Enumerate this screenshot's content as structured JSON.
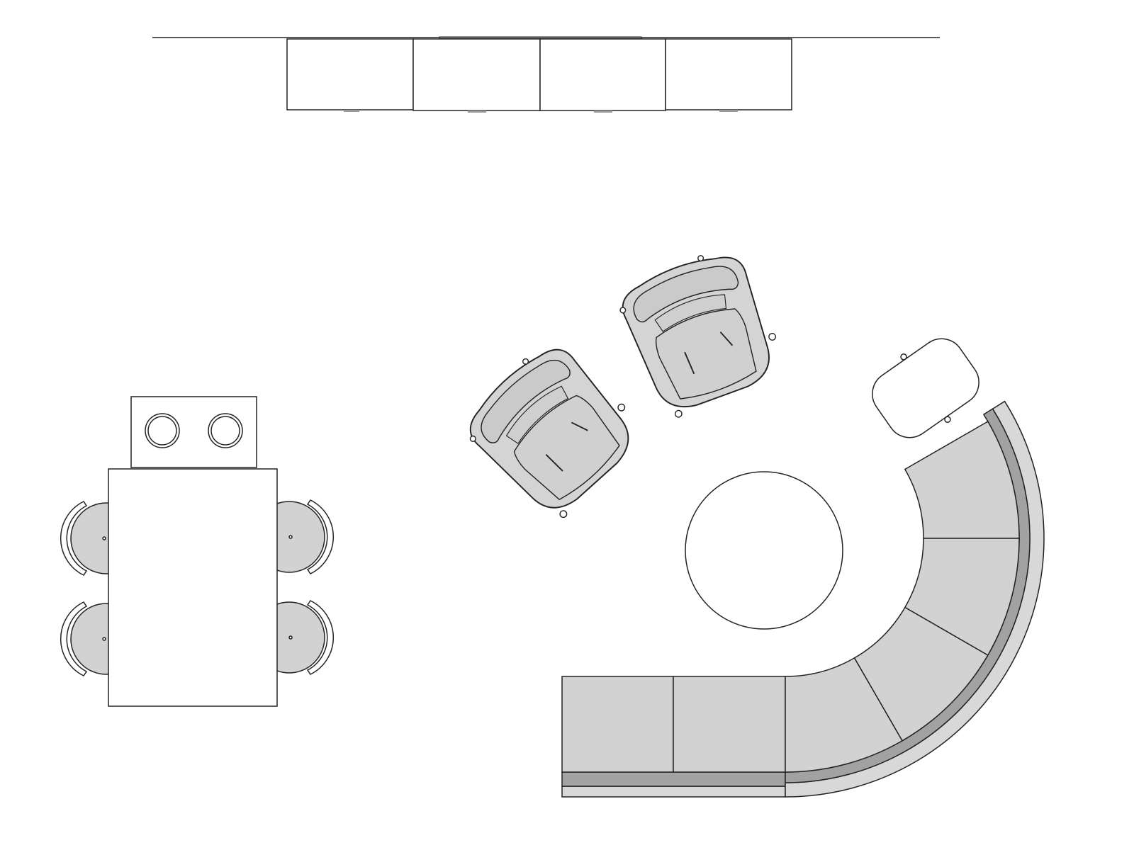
{
  "plan": {
    "colors": {
      "line": "#222222",
      "upholstery": "#d2d2d2",
      "sofa_back": "#a2a2a2",
      "background": "#ffffff"
    },
    "items": [
      {
        "name": "wall",
        "icon": "wall-line"
      },
      {
        "name": "credenza",
        "modules": 4
      },
      {
        "name": "dining-table",
        "chairs": 4
      },
      {
        "name": "side-cabinet",
        "bowls": 2
      },
      {
        "name": "lounge-chair",
        "count": 2
      },
      {
        "name": "round-coffee-table"
      },
      {
        "name": "side-table"
      },
      {
        "name": "curved-modular-sofa",
        "straight_seats": 2,
        "curved_seats": 4
      }
    ]
  }
}
